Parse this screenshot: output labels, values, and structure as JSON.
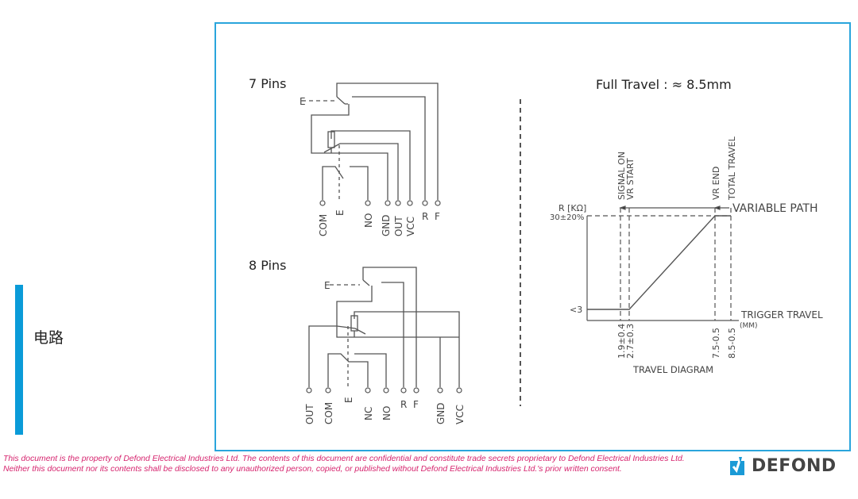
{
  "section": {
    "title": "电路"
  },
  "schematics": {
    "seven_pin": {
      "title": "7 Pins",
      "actuator_label": "E",
      "pins": [
        "COM",
        "E",
        "NO",
        "GND",
        "OUT",
        "VCC",
        "R",
        "F"
      ]
    },
    "eight_pin": {
      "title": "8 Pins",
      "actuator_label": "E",
      "pins": [
        "OUT",
        "COM",
        "E",
        "NC",
        "NO",
        "R",
        "F",
        "GND",
        "VCC"
      ]
    }
  },
  "travel": {
    "heading": "Full Travel : ≈ 8.5mm",
    "caption": "TRAVEL DIAGRAM",
    "y_axis_label": "R [KΩ]",
    "y_max_label": "30±20%",
    "y_min_label": "<3",
    "x_axis_label": "TRIGGER TRAVEL",
    "x_unit": "(MM)",
    "variable_path_label": "VARIABLE PATH",
    "markers": [
      {
        "label_top": "SIGNAL ON",
        "tick": "1.9±0.4",
        "value": 1.9
      },
      {
        "label_top": "VR START",
        "tick": "2.7±0.3",
        "value": 2.7
      },
      {
        "label_top": "VR END",
        "tick": "7.5-0.5",
        "value": 7.5
      },
      {
        "label_top": "TOTAL TRAVEL",
        "tick": "8.5-0.5",
        "value": 8.5
      }
    ]
  },
  "footer": {
    "disclaimer": "This document is the property of Defond Electrical Industries Ltd. The contents of this document are confidential and constitute trade secrets proprietary to Defond Electrical Industries Ltd.  Neither this document nor its contents shall be disclosed to any unauthorized person, copied, or published without Defond Electrical Industries Ltd.'s prior written consent."
  },
  "brand": {
    "name": "DEFOND",
    "color": "#1a9ad6",
    "text_color": "#444444"
  },
  "colors": {
    "accent": "#0a9bd8",
    "frame": "#2aa5dc",
    "disclaimer": "#d6246e"
  }
}
